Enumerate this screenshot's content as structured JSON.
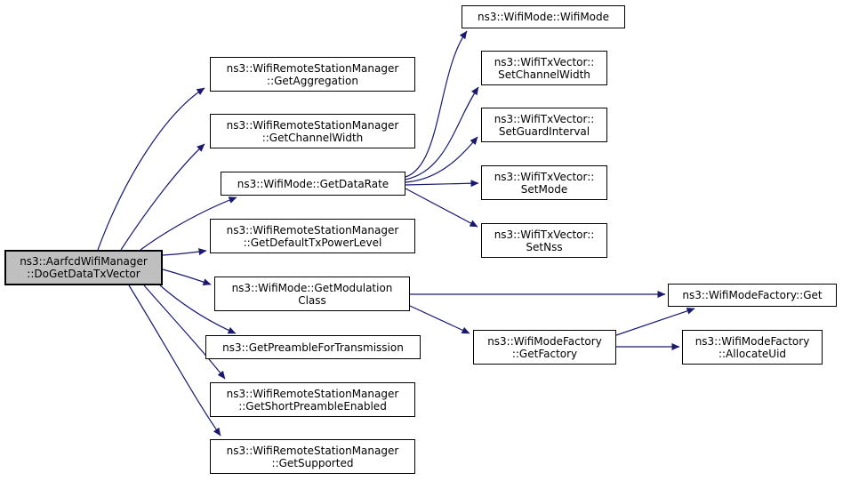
{
  "graph": {
    "kind": "doxygen-call-graph",
    "colors": {
      "edge": "#191970",
      "node_border": "#000000",
      "node_fill": "#ffffff",
      "root_fill": "#bfbfbf",
      "text": "#000000",
      "background": "#ffffff"
    },
    "nodes": [
      {
        "id": "do-get-data-tx-vector",
        "lines": [
          "ns3::AarfcdWifiManager",
          "::DoGetDataTxVector"
        ],
        "root": true
      },
      {
        "id": "get-aggregation",
        "lines": [
          "ns3::WifiRemoteStationManager",
          "::GetAggregation"
        ]
      },
      {
        "id": "get-channel-width",
        "lines": [
          "ns3::WifiRemoteStationManager",
          "::GetChannelWidth"
        ]
      },
      {
        "id": "get-data-rate",
        "lines": [
          "ns3::WifiMode::GetDataRate"
        ]
      },
      {
        "id": "get-default-tx-power-level",
        "lines": [
          "ns3::WifiRemoteStationManager",
          "::GetDefaultTxPowerLevel"
        ]
      },
      {
        "id": "get-modulation-class",
        "lines": [
          "ns3::WifiMode::GetModulation",
          "Class"
        ]
      },
      {
        "id": "get-preamble-for-transmission",
        "lines": [
          "ns3::GetPreambleForTransmission"
        ]
      },
      {
        "id": "get-short-preamble-enabled",
        "lines": [
          "ns3::WifiRemoteStationManager",
          "::GetShortPreambleEnabled"
        ]
      },
      {
        "id": "get-supported",
        "lines": [
          "ns3::WifiRemoteStationManager",
          "::GetSupported"
        ]
      },
      {
        "id": "wifimode-ctor",
        "lines": [
          "ns3::WifiMode::WifiMode"
        ]
      },
      {
        "id": "set-channel-width",
        "lines": [
          "ns3::WifiTxVector::",
          "SetChannelWidth"
        ]
      },
      {
        "id": "set-guard-interval",
        "lines": [
          "ns3::WifiTxVector::",
          "SetGuardInterval"
        ]
      },
      {
        "id": "set-mode",
        "lines": [
          "ns3::WifiTxVector::",
          "SetMode"
        ]
      },
      {
        "id": "set-nss",
        "lines": [
          "ns3::WifiTxVector::",
          "SetNss"
        ]
      },
      {
        "id": "get-factory",
        "lines": [
          "ns3::WifiModeFactory",
          "::GetFactory"
        ]
      },
      {
        "id": "factory-get",
        "lines": [
          "ns3::WifiModeFactory::Get"
        ]
      },
      {
        "id": "allocate-uid",
        "lines": [
          "ns3::WifiModeFactory",
          "::AllocateUid"
        ]
      }
    ],
    "edges": [
      {
        "from": "do-get-data-tx-vector",
        "to": "get-aggregation"
      },
      {
        "from": "do-get-data-tx-vector",
        "to": "get-channel-width"
      },
      {
        "from": "do-get-data-tx-vector",
        "to": "get-data-rate"
      },
      {
        "from": "do-get-data-tx-vector",
        "to": "get-default-tx-power-level"
      },
      {
        "from": "do-get-data-tx-vector",
        "to": "get-modulation-class"
      },
      {
        "from": "do-get-data-tx-vector",
        "to": "get-preamble-for-transmission"
      },
      {
        "from": "do-get-data-tx-vector",
        "to": "get-short-preamble-enabled"
      },
      {
        "from": "do-get-data-tx-vector",
        "to": "get-supported"
      },
      {
        "from": "get-data-rate",
        "to": "wifimode-ctor"
      },
      {
        "from": "get-data-rate",
        "to": "set-channel-width"
      },
      {
        "from": "get-data-rate",
        "to": "set-guard-interval"
      },
      {
        "from": "get-data-rate",
        "to": "set-mode"
      },
      {
        "from": "get-data-rate",
        "to": "set-nss"
      },
      {
        "from": "get-modulation-class",
        "to": "factory-get"
      },
      {
        "from": "get-modulation-class",
        "to": "get-factory"
      },
      {
        "from": "get-factory",
        "to": "factory-get"
      },
      {
        "from": "get-factory",
        "to": "allocate-uid"
      }
    ]
  }
}
